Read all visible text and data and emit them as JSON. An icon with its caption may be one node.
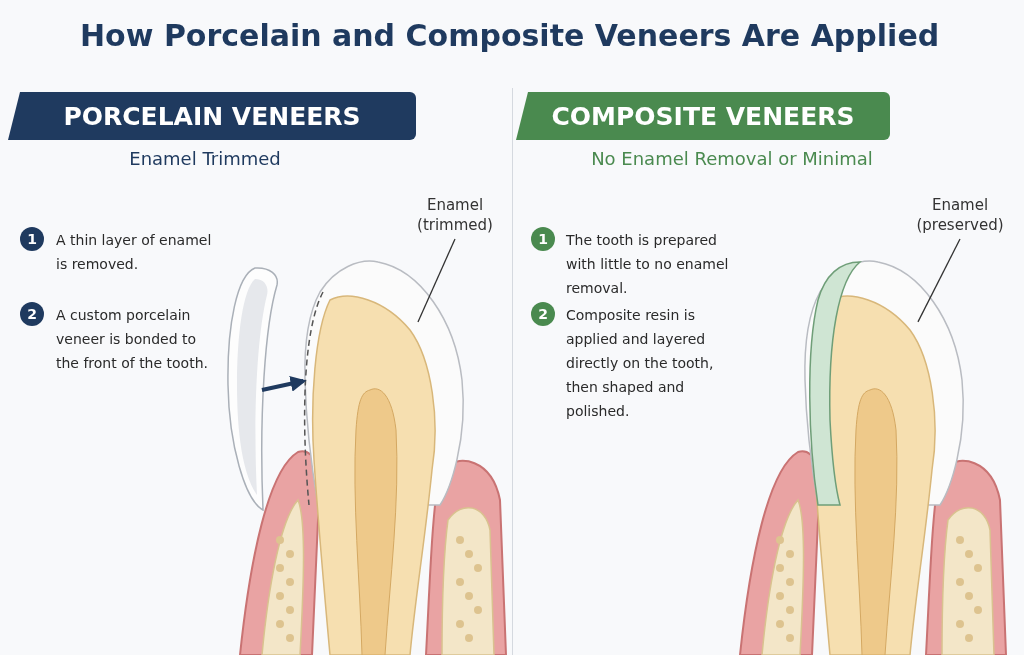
{
  "diagram": {
    "title": "How Porcelain and Composite Veneers Are Applied",
    "nodes": [
      {
        "text": [
          "PORCELAIN VENEERS"
        ],
        "beside": [
          "Enamel Trimmed"
        ]
      },
      {
        "text": [
          "COMPOSITE VENEERS"
        ],
        "beside": [
          "No Enamel Removal or Minimal"
        ]
      },
      {
        "text": [
          "1"
        ],
        "beside": [
          "A thin layer of enamel is removed."
        ]
      },
      {
        "text": [
          "2"
        ],
        "beside": [
          "A custom porcelain veneer is bonded to the front of the tooth."
        ]
      },
      {
        "text": [
          "1"
        ],
        "beside": [
          "The tooth is prepared with little to no enamel removal."
        ]
      },
      {
        "text": [
          "2"
        ],
        "beside": [
          "Composite resin is applied and layered directly on the tooth, then shaped and polished."
        ]
      },
      {
        "text": [
          "Enamel (trimmed)"
        ]
      },
      {
        "text": [],
        "shape": "picture"
      },
      {
        "text": [],
        "shape": "picture"
      },
      {
        "text": [
          "Enamel (preserved)"
        ]
      },
      {
        "text": [],
        "shape": "picture"
      }
    ],
    "edges": [
      {
        "from": 6,
        "to": 8,
        "arrow": "none"
      },
      {
        "from": 7,
        "to": 8,
        "arrow": "to",
        "style": "thick"
      },
      {
        "from": 9,
        "to": 10,
        "arrow": "none"
      }
    ]
  }
}
